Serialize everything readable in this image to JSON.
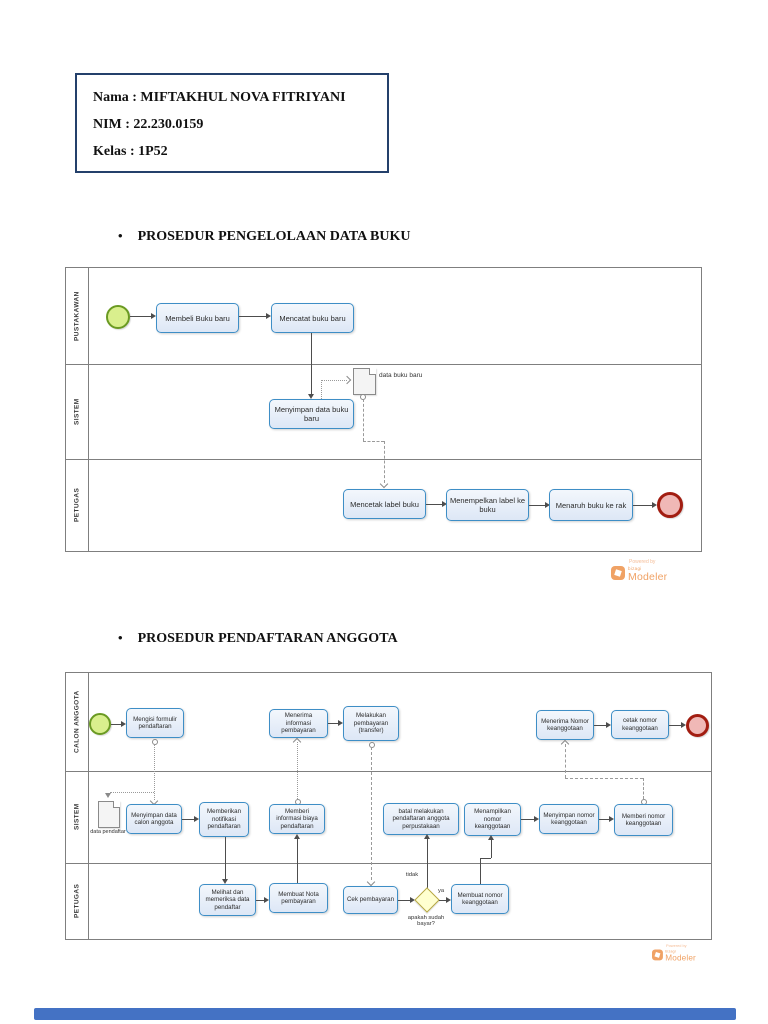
{
  "bullet": "•",
  "student": {
    "name_line": "Nama : MIFTAKHUL NOVA FITRIYANI",
    "nim_line": "NIM : 22.230.0159",
    "class_line": "Kelas : 1P52"
  },
  "section1_title": "PROSEDUR PENGELOLAAN DATA BUKU",
  "section2_title": "PROSEDUR PENDAFTARAN ANGGOTA",
  "d1": {
    "lane1": "PUSTAKAWAN",
    "lane2": "SISTEM",
    "lane3": "PETUGAS",
    "membeli": "Membeli Buku baru",
    "mencatat": "Mencatat buku baru",
    "menyimpan": "Menyimpan data buku baru",
    "dataobj": "data buku baru",
    "mencetak": "Mencetak label buku",
    "menempelkan": "Menempelkan label ke buku",
    "menaruh": "Menaruh buku ke rak"
  },
  "d2": {
    "lane1": "CALON ANGGOTA",
    "lane2": "SISTEM",
    "lane3": "PETUGAS",
    "mengisi": "Mengisi formulir pendaftaran",
    "menerima_info": "Menerima informasi pembayaran",
    "melakukan": "Melakukan pembayaran (transfer)",
    "menerima_nomor": "Menerima Nomor keanggotaan",
    "cetak": "cetak nomor keanggotaan",
    "dataobj": "data pendaftar",
    "menyimpan_data": "Menyimpan data calon anggota",
    "notifikasi": "Memberikan notifikasi pendaftaran",
    "memberi_info": "Memberi informasi biaya pendaftaran",
    "batal": "batal melakukan pendaftaran anggota perpustakaan",
    "menampilkan": "Menampilkan nomor keanggotaan",
    "menyimpan_nomor": "Menyimpan nomor keanggotaan",
    "memberi_nomor": "Memberi nomor keanggotaan",
    "melihat": "Melihat dan memeriksa data pendaftar",
    "nota": "Membuat Nota pembayaran",
    "cek": "Cek pembayaran",
    "gw_question": "apakah sudah bayar?",
    "gw_yes": "ya",
    "gw_no": "tidak",
    "membuat_nomor": "Membuat nomor keanggotaan"
  },
  "branding": {
    "powered_by": "Powered by",
    "brand": "bizagi",
    "product": "Modeler",
    "color": "#F0A265"
  },
  "colors": {
    "task_fill": "#E7EEF9",
    "task_border": "#3E8EC6",
    "start_fill": "#D9EF8D",
    "start_border": "#6A9A22",
    "end_fill": "#F0B8B6",
    "end_border": "#A21D11",
    "gateway_fill": "#FFFFD0",
    "gateway_border": "#B5A642",
    "pool_border": "#7F7F7F",
    "bottom_bar_blue": "#4472C4"
  }
}
